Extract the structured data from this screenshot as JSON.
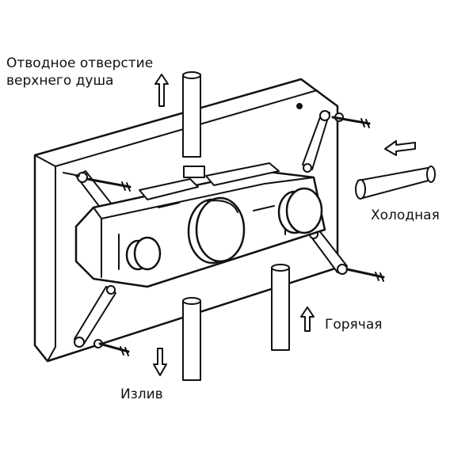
{
  "labels": {
    "upper_shower_line1": "Отводное отверстие",
    "upper_shower_line2": "верхнего душа",
    "cold": "Холодная",
    "hot": "Горячая",
    "spout": "Излив"
  },
  "colors": {
    "line": "#111111",
    "background": "#ffffff"
  }
}
